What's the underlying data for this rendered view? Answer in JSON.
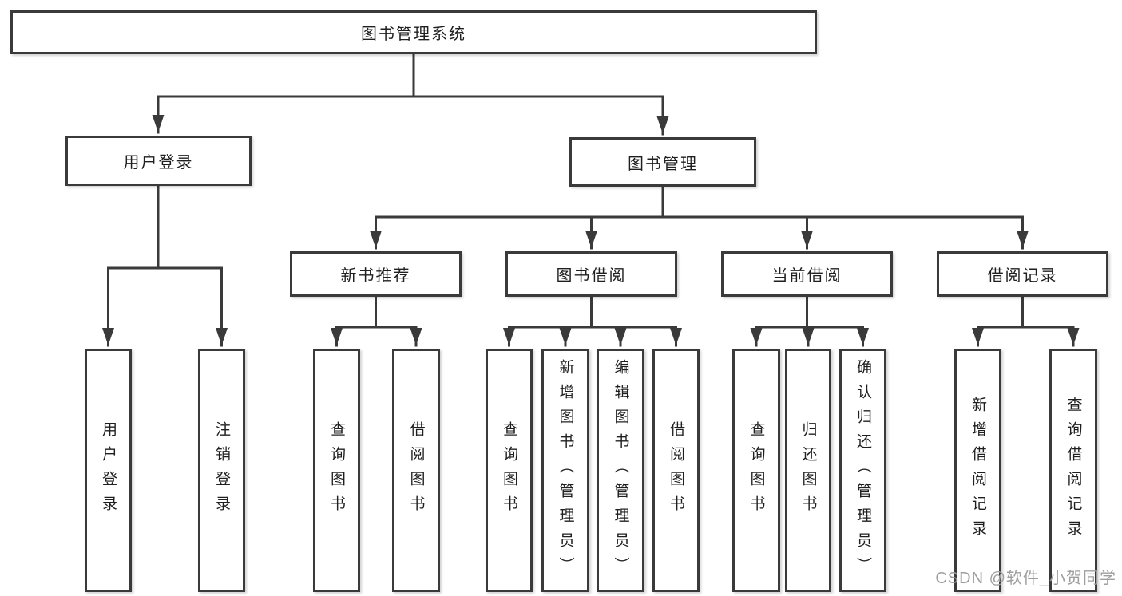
{
  "colors": {
    "line": "#3a3a3a",
    "text": "#1f1f1f",
    "watermark": "#9e9e9e",
    "bg": "#ffffff"
  },
  "tree": {
    "root": {
      "label": "图书管理系统"
    },
    "login": {
      "label": "用户登录",
      "children": [
        {
          "label": "用户登录"
        },
        {
          "label": "注销登录"
        }
      ]
    },
    "manage": {
      "label": "图书管理",
      "children": [
        {
          "label": "新书推荐",
          "children": [
            {
              "label": "查询图书"
            },
            {
              "label": "借阅图书"
            }
          ]
        },
        {
          "label": "图书借阅",
          "children": [
            {
              "label": "查询图书"
            },
            {
              "label": "新增图书（管理员）"
            },
            {
              "label": "编辑图书（管理员）"
            },
            {
              "label": "借阅图书"
            }
          ]
        },
        {
          "label": "当前借阅",
          "children": [
            {
              "label": "查询图书"
            },
            {
              "label": "归还图书"
            },
            {
              "label": "确认归还（管理员）"
            }
          ]
        },
        {
          "label": "借阅记录",
          "children": [
            {
              "label": "新增借阅记录"
            },
            {
              "label": "查询借阅记录"
            }
          ]
        }
      ]
    },
    "watermark": "CSDN @软件_小贺同学"
  }
}
